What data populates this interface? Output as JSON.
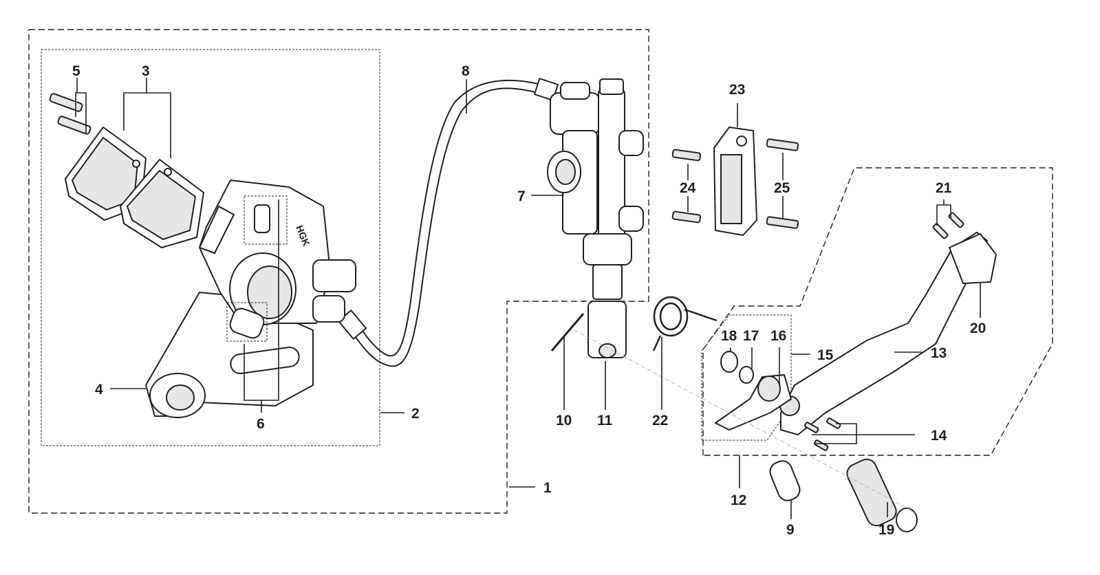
{
  "diagram": {
    "callouts": [
      {
        "id": "c1",
        "text": "1"
      },
      {
        "id": "c2",
        "text": "2"
      },
      {
        "id": "c3",
        "text": "3"
      },
      {
        "id": "c4",
        "text": "4"
      },
      {
        "id": "c5",
        "text": "5"
      },
      {
        "id": "c6",
        "text": "6"
      },
      {
        "id": "c7",
        "text": "7"
      },
      {
        "id": "c8",
        "text": "8"
      },
      {
        "id": "c9",
        "text": "9"
      },
      {
        "id": "c10",
        "text": "10"
      },
      {
        "id": "c11",
        "text": "11"
      },
      {
        "id": "c12",
        "text": "12"
      },
      {
        "id": "c13",
        "text": "13"
      },
      {
        "id": "c14",
        "text": "14"
      },
      {
        "id": "c15",
        "text": "15"
      },
      {
        "id": "c16",
        "text": "16"
      },
      {
        "id": "c17",
        "text": "17"
      },
      {
        "id": "c18",
        "text": "18"
      },
      {
        "id": "c19",
        "text": "19"
      },
      {
        "id": "c20",
        "text": "20"
      },
      {
        "id": "c21",
        "text": "21"
      },
      {
        "id": "c22",
        "text": "22"
      },
      {
        "id": "c23",
        "text": "23"
      },
      {
        "id": "c24",
        "text": "24"
      },
      {
        "id": "c25",
        "text": "25"
      }
    ],
    "caliper_marking": "HGK",
    "colors": {
      "ink": "#231f20",
      "part_fill": "#ffffff",
      "shade": "#e6e6e6"
    }
  }
}
